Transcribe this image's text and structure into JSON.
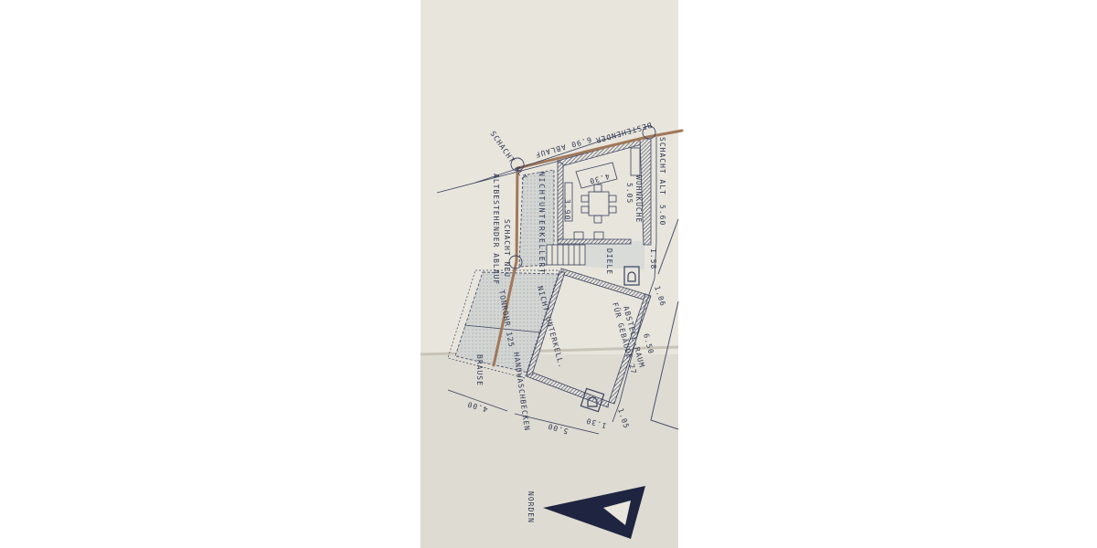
{
  "plan": {
    "labels": {
      "existing_drain": "BESTEHENDER",
      "drain_length": "6.90",
      "drain": "ABLAUF",
      "old_shaft": "SCHACHT ALT",
      "old_shaft_right": "SCHACHT ALT",
      "old_existing_drain": "ALTBESTEHENDER ABLAUF",
      "not_basement_1": "N I C H T   U N T E R K E L L E R T",
      "kitchen": "WOHNKÜCHE",
      "kitchen_area": "5.05",
      "dim_560": "5.60",
      "dim_390": "3.90",
      "dim_430": "4.30",
      "hall": "DIELE",
      "dim_158": "1.58",
      "new_shaft": "SCHACHT NEU",
      "clay_pipe": "TONROHR 125",
      "not_basement_2": "NICHT UNTERKELL.",
      "wash_basin": "HANDWASCHBECKEN",
      "shower": "BRAUSE",
      "storage": "ABSTELL-RAUM",
      "storage_for": "FÜR GEBÄUDE 27",
      "dim_106": "1.06",
      "dim_650": "6.50",
      "dim_105": "1.05",
      "dim_130": "1.30",
      "dim_400": "4.00",
      "dim_500": "5.00",
      "north": "NORDEN"
    },
    "colors": {
      "paper": "#e8e5dc",
      "ink": "#2f3a55",
      "pipe": "#a0785a",
      "hatch": "#3a4260"
    }
  }
}
